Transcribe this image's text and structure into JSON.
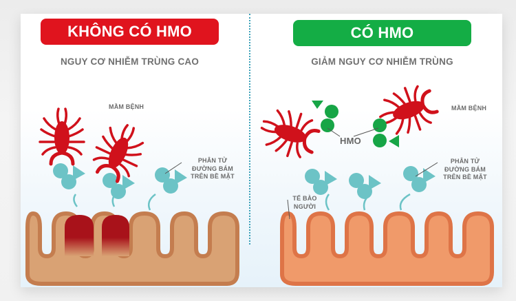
{
  "left_panel": {
    "title": "KHÔNG CÓ HMO",
    "title_color": "#e0141e",
    "subtitle": "NGUY CƠ NHIỄM TRÙNG CAO",
    "labels": {
      "pathogen": "MẦM BỆNH",
      "surface_molecule_line1": "PHÂN TỬ",
      "surface_molecule_line2": "ĐƯỜNG BÁM",
      "surface_molecule_line3": "TRÊN BỀ MẶT"
    }
  },
  "right_panel": {
    "title": "CÓ HMO",
    "title_color": "#14ad45",
    "subtitle": "GIẢM NGUY CƠ NHIỄM TRÙNG",
    "labels": {
      "pathogen": "MẦM BỆNH",
      "hmo": "HMO",
      "surface_molecule_line1": "PHÂN TỬ",
      "surface_molecule_line2": "ĐƯỜNG BÁM",
      "surface_molecule_line3": "TRÊN BỀ MẶT",
      "human_cell_line1": "TẾ BÀO",
      "human_cell_line2": "NGƯỜI"
    }
  },
  "colors": {
    "pathogen": "#d0111b",
    "surface_molecule": "#6cc3c6",
    "hmo_molecule": "#17a546",
    "cell_left_fill": "#d9a274",
    "cell_left_border": "#c47d4f",
    "cell_right_fill": "#f09a6a",
    "cell_right_border": "#de7447",
    "infected_tip": "#a8121a",
    "divider": "#3aa0b8"
  }
}
